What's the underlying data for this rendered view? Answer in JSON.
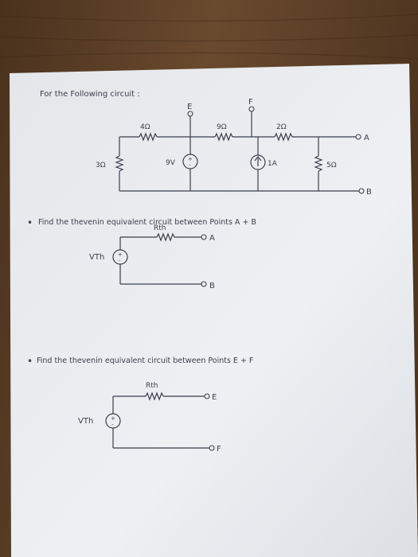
{
  "intro": "For the Following circuit :",
  "question1": "Find the thevenin equivalent circuit between Points A + B",
  "question2": "Find the thevenin equivalent circuit between Points E + F",
  "bullet": "•",
  "main_circuit": {
    "resistor_left": "3Ω",
    "resistor_top1": "4Ω",
    "resistor_top2": "9Ω",
    "resistor_top3": "2Ω",
    "resistor_right": "5Ω",
    "voltage_source": "9V",
    "current_source": "1A",
    "node_a": "A",
    "node_b": "B",
    "node_e": "E",
    "node_f": "F"
  },
  "equiv1": {
    "rth_label": "Rth",
    "vth_label": "VTh",
    "node_a": "A",
    "node_b": "B"
  },
  "equiv2": {
    "rth_label": "Rth",
    "vth_label": "VTh",
    "node_e": "E",
    "node_f": "F"
  },
  "colors": {
    "paper": "#eceef1",
    "ink": "#3a3f4a",
    "wood": "#5a3e26"
  }
}
